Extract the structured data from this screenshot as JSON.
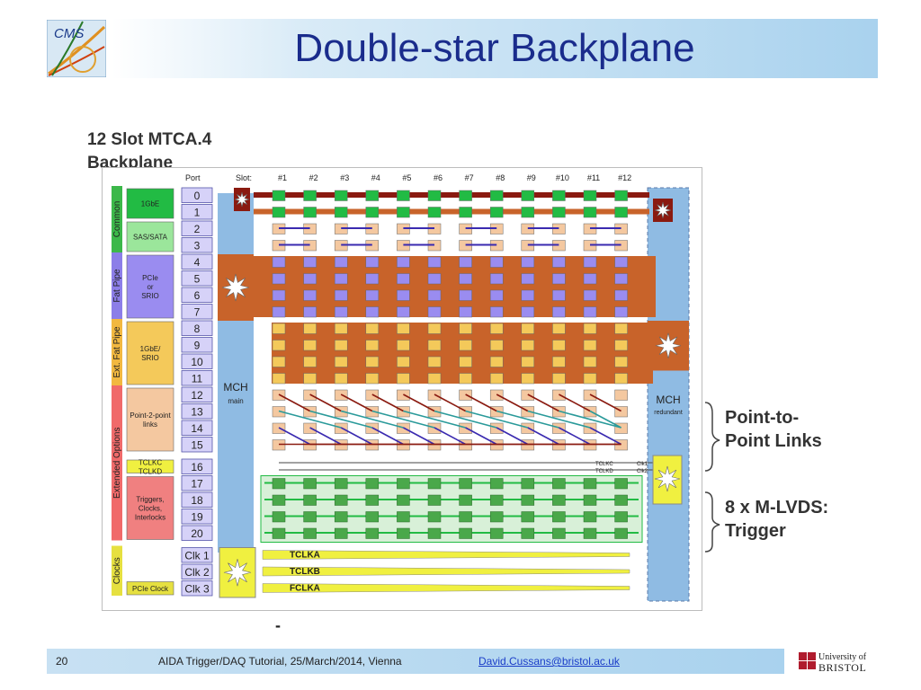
{
  "slide": {
    "title": "Double-star Backplane",
    "caption_line1": "12 Slot MTCA.4",
    "caption_line2": "Backplane",
    "dash": "-"
  },
  "backplane": {
    "port_header": "Port",
    "slot_header": "Slot:",
    "slots": [
      "#1",
      "#2",
      "#3",
      "#4",
      "#5",
      "#6",
      "#7",
      "#8",
      "#9",
      "#10",
      "#11",
      "#12"
    ],
    "ports": [
      "0",
      "1",
      "2",
      "3",
      "4",
      "5",
      "6",
      "7",
      "8",
      "9",
      "10",
      "11",
      "12",
      "13",
      "14",
      "15",
      "16",
      "17",
      "18",
      "19",
      "20",
      "Clk 1",
      "Clk 2",
      "Clk 3"
    ],
    "groups": [
      {
        "name": "Common",
        "blocks": [
          "1GbE",
          "SAS/SATA"
        ]
      },
      {
        "name": "Fat Pipe",
        "blocks": [
          "PCIe or SRIO"
        ]
      },
      {
        "name": "Ext. Fat Pipe",
        "blocks": [
          "1GbE/ SRIO"
        ]
      },
      {
        "name": "Extended Options",
        "blocks": [
          "Point-2-point links",
          "TCLKC TCLKD",
          "Triggers, Clocks, Interlocks"
        ]
      },
      {
        "name": "Clocks",
        "blocks": [
          "PCIe Clock"
        ]
      }
    ],
    "mch_main_label": "MCH",
    "mch_main_sub": "main",
    "mch_red_label": "MCH",
    "mch_red_sub": "redundant",
    "tclk_labels": [
      "TCLKC",
      "TCLKD"
    ],
    "clk_labels": [
      "Clk1",
      "Clk2"
    ],
    "clock_lines": [
      "TCLKA",
      "TCLKB",
      "FCLKA"
    ]
  },
  "annotations": {
    "p2p_line1": "Point-to-",
    "p2p_line2": "Point Links",
    "mlvds_line1": "8 x M-LVDS:",
    "mlvds_line2": "Trigger"
  },
  "footer": {
    "page_number": "20",
    "text": "AIDA Trigger/DAQ Tutorial, 25/March/2014, Vienna",
    "email": "David.Cussans@bristol.ac.uk"
  },
  "logos": {
    "cms": "CMS",
    "bristol_line1": "University of",
    "bristol_line2": "BRISTOL"
  },
  "colors": {
    "title": "#1a2c8c",
    "gbe_green": "#22bb44",
    "sata_lightgreen": "#9be69b",
    "pcie_purple": "#9a8cf0",
    "fatpipe_brown": "#c8632a",
    "srio_yellow": "#f4c95a",
    "p2p_peach": "#f4c8a0",
    "tclk_yellow": "#f0f040",
    "trigger_pink": "#f08080",
    "mch_blue": "#8fbbe3",
    "star_red": "#8a1a10"
  }
}
